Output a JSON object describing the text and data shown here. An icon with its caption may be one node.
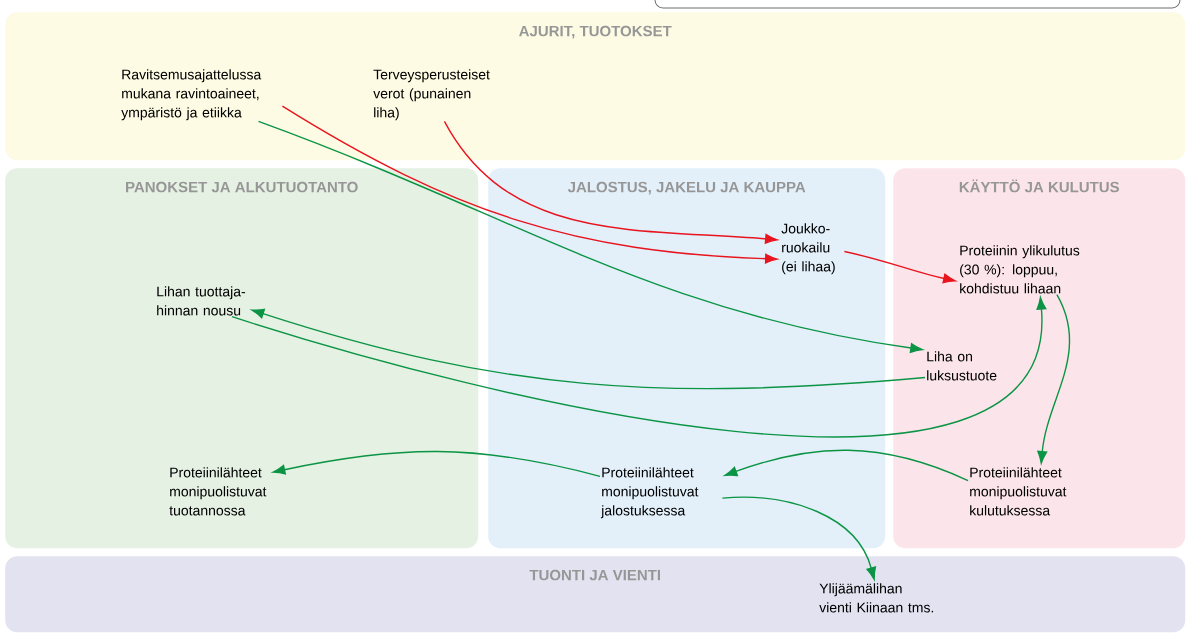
{
  "diagram": {
    "nodes": [
      {
        "text": [
          "AJURIT, TUOTOKSET"
        ]
      },
      {
        "text": [
          "PANOKSET JA ALKUTUOTANTO"
        ]
      },
      {
        "text": [
          "JALOSTUS, JAKELU JA KAUPPA"
        ]
      },
      {
        "text": [
          "KÄYTTÖ JA KULUTUS"
        ]
      },
      {
        "text": [
          "TUONTI JA VIENTI"
        ]
      },
      {
        "text": [
          "Ravitsemusajattelussa mukana ravintoaineet, ympäristö ja etiikka"
        ],
        "in": 0
      },
      {
        "text": [
          "Terveysperusteiset verot (punainen liha)"
        ],
        "in": 0
      },
      {
        "text": [
          "Lihan tuottaja- hinnan nousu"
        ],
        "in": 1
      },
      {
        "text": [
          "Joukko- ruokailu (ei lihaa)"
        ],
        "in": 2
      },
      {
        "text": [
          "Proteiinin ylikulutus (30 %): loppuu, kohdistuu lihaan"
        ],
        "in": 3
      },
      {
        "text": [
          "Liha on luksustuote"
        ],
        "in": 3
      },
      {
        "text": [
          "Proteiinilähteet monipuolistuvat tuotannossa"
        ],
        "in": 1
      },
      {
        "text": [
          "Proteiinilähteet monipuolistuvat jalostuksessa"
        ],
        "in": 2
      },
      {
        "text": [
          "Proteiinilähteet monipuolistuvat kulutuksessa"
        ],
        "in": 3
      },
      {
        "text": [
          "Ylijäämälihan vienti Kiinaan tms."
        ],
        "in": 4
      }
    ],
    "edges": [
      {
        "from": 5,
        "to": 8,
        "arrow": "to",
        "color": "#e8141e"
      },
      {
        "from": 6,
        "to": 8,
        "arrow": "to",
        "color": "#e8141e"
      },
      {
        "from": 8,
        "to": 9,
        "arrow": "to",
        "color": "#e8141e"
      },
      {
        "from": 5,
        "to": 10,
        "arrow": "to"
      },
      {
        "from": 10,
        "to": 7,
        "arrow": "to"
      },
      {
        "from": 7,
        "to": 9,
        "arrow": "to"
      },
      {
        "from": 9,
        "to": 13,
        "arrow": "to"
      },
      {
        "from": 13,
        "to": 12,
        "arrow": "to"
      },
      {
        "from": 12,
        "to": 11,
        "arrow": "to"
      },
      {
        "from": 12,
        "to": 14,
        "arrow": "to"
      }
    ]
  }
}
